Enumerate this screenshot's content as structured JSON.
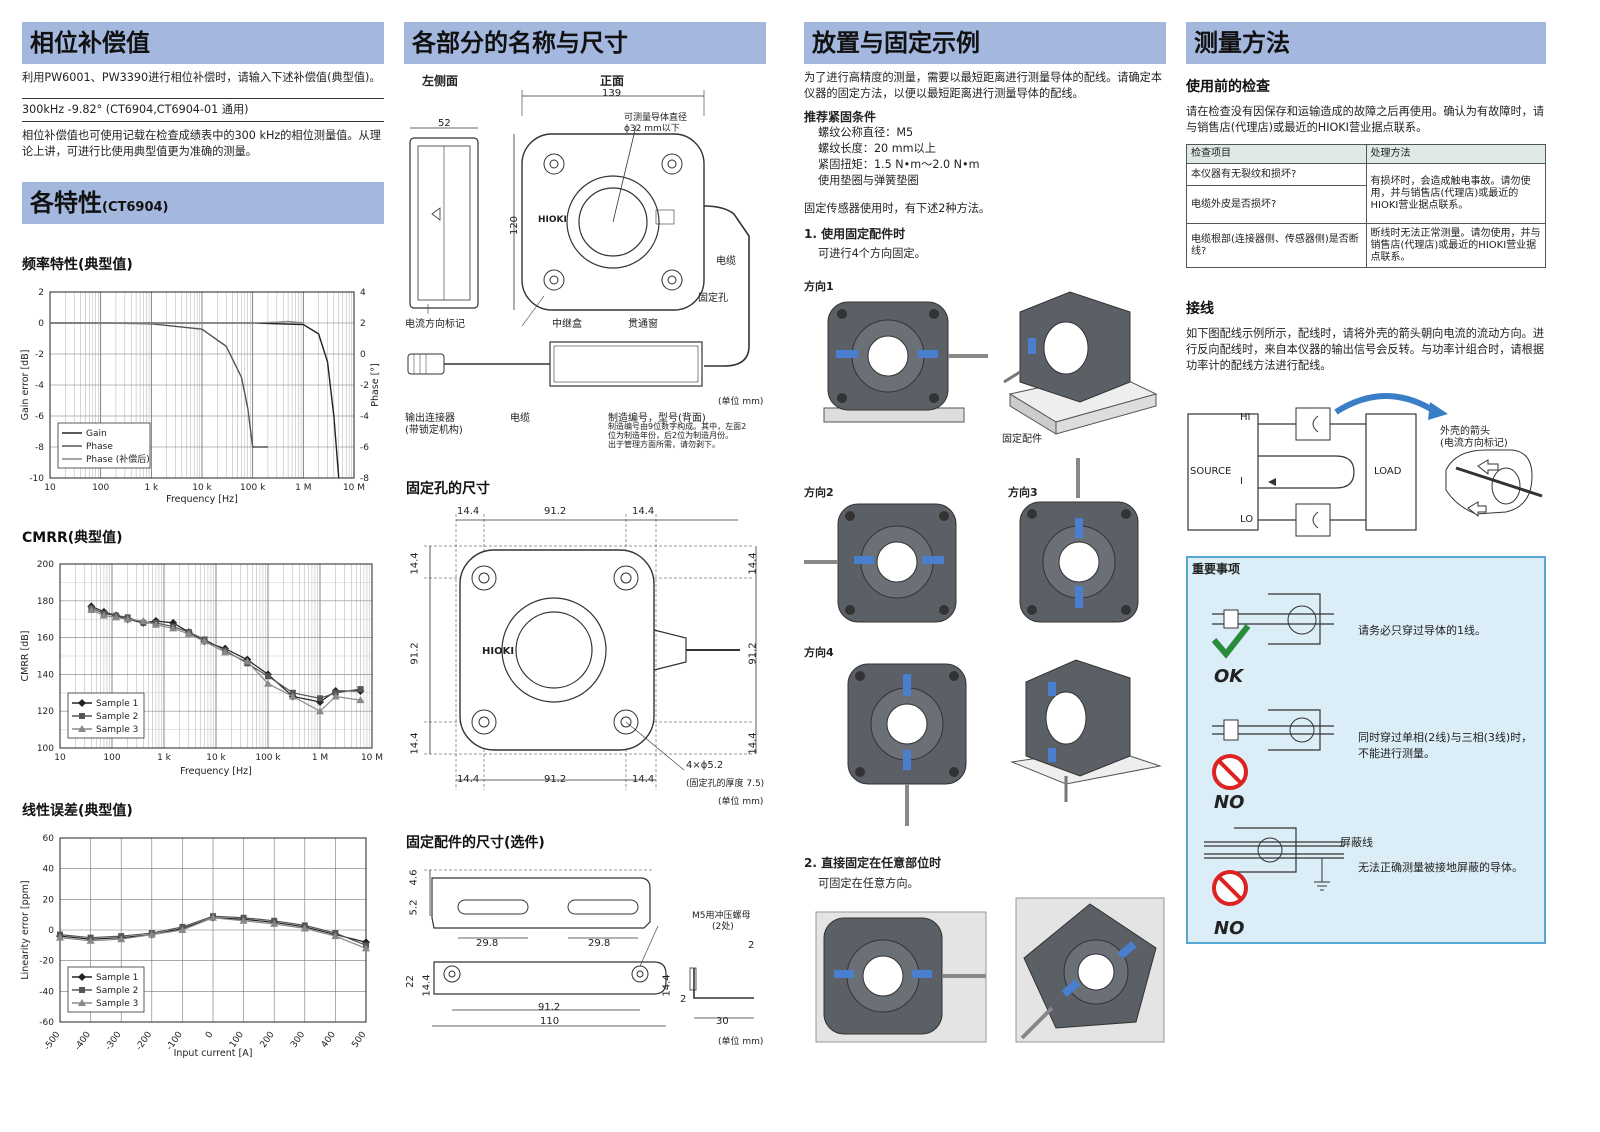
{
  "col1": {
    "title": "相位补偿值",
    "intro": "利用PW6001、PW3390进行相位补偿时，请输入下述补偿值(典型值)。",
    "value_line": "300kHz  -9.82°  (CT6904,CT6904-01 通用)",
    "note": "相位补偿值也可使用记载在检查成绩表中的300 kHz的相位测量值。从理论上讲，可进行比使用典型值更为准确的测量。",
    "char_title": "各特性",
    "char_model": "(CT6904)",
    "freq_title": "频率特性(典型值)",
    "cmrr_title": "CMRR(典型值)",
    "lin_title": "线性误差(典型值)"
  },
  "col2": {
    "title": "各部分的名称与尺寸",
    "left_side": "左侧面",
    "front": "正面",
    "dim139": "139",
    "dim52": "52",
    "dim120": "120",
    "diam_note1": "可测量导体直径",
    "diam_note2": "ϕ32 mm以下",
    "lbl_cable": "电缆",
    "lbl_fixhole": "固定孔",
    "lbl_dir_mark": "电流方向标记",
    "lbl_relay": "中继盒",
    "lbl_window": "贯通窗",
    "lbl_connector1": "输出连接器",
    "lbl_connector2": "(带锁定机构)",
    "lbl_cable2": "电缆",
    "lbl_serial": "制造编号，型号(背面)",
    "lbl_serial_note1": "制造编号由9位数字构成。其中，左面2",
    "lbl_serial_note2": "位为制造年份，后2位为制造月份。",
    "lbl_serial_note3": "出于管理方面所需，请勿剥下。",
    "unit_mm": "(单位 mm)",
    "fix_title": "固定孔的尺寸",
    "d144": "14.4",
    "d912": "91.2",
    "hole": "4×ϕ5.2",
    "hole_note": "(固定孔的厚度 7.5)",
    "bracket_title": "固定配件的尺寸(选件)",
    "d46": "4.6",
    "d52": "5.2",
    "d298": "29.8",
    "d22": "22",
    "d110": "110",
    "d30": "30",
    "d2": "2",
    "nut": "M5用冲压螺母",
    "nut2": "(2处)"
  },
  "col3": {
    "title": "放置与固定示例",
    "intro": "为了进行高精度的测量，需要以最短距离进行测量导体的配线。请确定本仪器的固定方法，以便以最短距离进行测量导体的配线。",
    "rec_title": "推荐紧固条件",
    "rec1": "螺纹公称直径：M5",
    "rec2": "螺纹长度：20 mm以上",
    "rec3": "紧固扭矩：1.5 N•m～2.0 N•m",
    "rec4": "使用垫圈与弹簧垫圈",
    "methods": "固定传感器使用时，有下述2种方法。",
    "m1": "1. 使用固定配件时",
    "m1d": "可进行4个方向固定。",
    "dir1": "方向1",
    "dir2": "方向2",
    "dir3": "方向3",
    "dir4": "方向4",
    "bracket": "固定配件",
    "m2": "2. 直接固定在任意部位时",
    "m2d": "可固定在任意方向。"
  },
  "col4": {
    "title": "测量方法",
    "check_title": "使用前的检查",
    "check_intro": "请在检查没有因保存和运输造成的故障之后再使用。确认为有故障时，请与销售店(代理店)或最近的HIOKI营业据点联系。",
    "th1": "检查项目",
    "th2": "处理方法",
    "r1": "本仪器有无裂纹和损坏?",
    "r2": "电缆外皮是否损坏?",
    "r12fix": "有损坏时，会造成触电事故。请勿使用，并与销售店(代理店)或最近的HIOKI营业据点联系。",
    "r3": "电缆根部(连接器侧、传感器侧)是否断线?",
    "r3fix": "断线时无法正常测量。请勿使用，并与销售店(代理店)或最近的HIOKI营业据点联系。",
    "wire_title": "接线",
    "wire_intro": "如下图配线示例所示，配线时，请将外壳的箭头朝向电流的流动方向。进行反向配线时，来自本仪器的输出信号会反转。与功率计组合时，请根据功率计的配线方法进行配线。",
    "hi": "HI",
    "lo": "LO",
    "i": "I",
    "source": "SOURCE",
    "load": "LOAD",
    "arrow1": "外壳的箭头",
    "arrow2": "(电流方向标记)",
    "imp_title": "重要事项",
    "imp1": "请务必只穿过导体的1线。",
    "ok": "OK",
    "imp2": "同时穿过单相(2线)与三相(3线)时，不能进行测量。",
    "no": "NO",
    "shield": "屏蔽线",
    "imp3": "无法正确测量被接地屏蔽的导体。"
  },
  "chart_data": [
    {
      "type": "line",
      "title": "频率特性(典型值)",
      "xlabel": "Frequency [Hz]",
      "ylabel": "Gain error [dB]",
      "ylabel2": "Phase [°]",
      "xscale": "log",
      "xlim": [
        10,
        10000000
      ],
      "ylim": [
        -10,
        2
      ],
      "ylim2": [
        -8,
        4
      ],
      "xticks": [
        "10",
        "100",
        "1 k",
        "10 k",
        "100 k",
        "1 M",
        "10 M"
      ],
      "yticks": [
        "2",
        "0",
        "-2",
        "-4",
        "-6",
        "-8",
        "-10"
      ],
      "yticks2": [
        "4",
        "2",
        "0",
        "-2",
        "-4",
        "-6",
        "-8"
      ],
      "series": [
        {
          "name": "Gain",
          "x": [
            10,
            100,
            1000,
            10000,
            100000,
            1000000,
            2000000,
            3000000,
            4000000,
            5000000
          ],
          "y": [
            0,
            0,
            0,
            0,
            0,
            -0.1,
            -0.7,
            -2.5,
            -6,
            -10
          ]
        },
        {
          "name": "Phase",
          "x": [
            10,
            20,
            50,
            100,
            1000,
            10000,
            30000,
            60000,
            80000,
            100000,
            200000
          ],
          "y": [
            0,
            0,
            0,
            0,
            -0.05,
            -0.4,
            -1.5,
            -3.5,
            -5.5,
            -8,
            -8
          ]
        },
        {
          "name": "Phase (补偿后)",
          "x": [
            10,
            100,
            1000,
            10000,
            100000,
            300000,
            500000,
            1000000
          ],
          "y": [
            0,
            0,
            0,
            0,
            0,
            0.05,
            0.1,
            0
          ]
        }
      ],
      "legend": "bottom-left"
    },
    {
      "type": "line",
      "title": "CMRR(典型值)",
      "xlabel": "Frequency [Hz]",
      "ylabel": "CMRR [dB]",
      "xscale": "log",
      "xlim": [
        10,
        10000000
      ],
      "ylim": [
        100,
        200
      ],
      "xticks": [
        "10",
        "100",
        "1 k",
        "10 k",
        "100 k",
        "1 M",
        "10 M"
      ],
      "yticks": [
        "200",
        "180",
        "160",
        "140",
        "120",
        "100"
      ],
      "series": [
        {
          "name": "Sample 1",
          "x": [
            40,
            70,
            120,
            200,
            400,
            700,
            1500,
            3000,
            6000,
            15000,
            40000,
            100000,
            300000,
            1000000,
            2000000,
            6000000
          ],
          "y": [
            177,
            174,
            172,
            170,
            168,
            169,
            168,
            163,
            158,
            154,
            148,
            140,
            128,
            125,
            131,
            131
          ]
        },
        {
          "name": "Sample 2",
          "x": [
            40,
            70,
            120,
            200,
            400,
            700,
            1500,
            3000,
            6000,
            15000,
            40000,
            100000,
            300000,
            1000000,
            2000000,
            6000000
          ],
          "y": [
            176,
            173,
            172,
            171,
            168,
            168,
            166,
            163,
            159,
            153,
            146,
            139,
            130,
            127,
            130,
            132
          ]
        },
        {
          "name": "Sample 3",
          "x": [
            40,
            70,
            120,
            200,
            400,
            700,
            1500,
            3000,
            6000,
            15000,
            40000,
            100000,
            300000,
            1000000,
            2000000,
            6000000
          ],
          "y": [
            175,
            172,
            171,
            170,
            169,
            167,
            165,
            162,
            158,
            152,
            147,
            135,
            128,
            120,
            128,
            126
          ]
        }
      ],
      "legend": "bottom-left"
    },
    {
      "type": "line",
      "title": "线性误差(典型值)",
      "xlabel": "Input current [A]",
      "ylabel": "Linearity error [ppm]",
      "xlim": [
        -500,
        500
      ],
      "ylim": [
        -60,
        60
      ],
      "xticks": [
        "-500",
        "-400",
        "-300",
        "-200",
        "-100",
        "0",
        "100",
        "200",
        "300",
        "400",
        "500"
      ],
      "yticks": [
        "60",
        "40",
        "20",
        "0",
        "-20",
        "-40",
        "-60"
      ],
      "series": [
        {
          "name": "Sample 1",
          "x": [
            -500,
            -400,
            -300,
            -200,
            -100,
            0,
            100,
            200,
            300,
            400,
            500
          ],
          "y": [
            -4,
            -6,
            -5,
            -3,
            1,
            8,
            7,
            5,
            2,
            -3,
            -8
          ]
        },
        {
          "name": "Sample 2",
          "x": [
            -500,
            -400,
            -300,
            -200,
            -100,
            0,
            100,
            200,
            300,
            400,
            500
          ],
          "y": [
            -3,
            -5,
            -4,
            -2,
            2,
            9,
            8,
            6,
            3,
            -2,
            -10
          ]
        },
        {
          "name": "Sample 3",
          "x": [
            -500,
            -400,
            -300,
            -200,
            -100,
            0,
            100,
            200,
            300,
            400,
            500
          ],
          "y": [
            -5,
            -7,
            -6,
            -3,
            0,
            8,
            6,
            4,
            1,
            -4,
            -12
          ]
        }
      ],
      "legend": "bottom-left"
    }
  ]
}
